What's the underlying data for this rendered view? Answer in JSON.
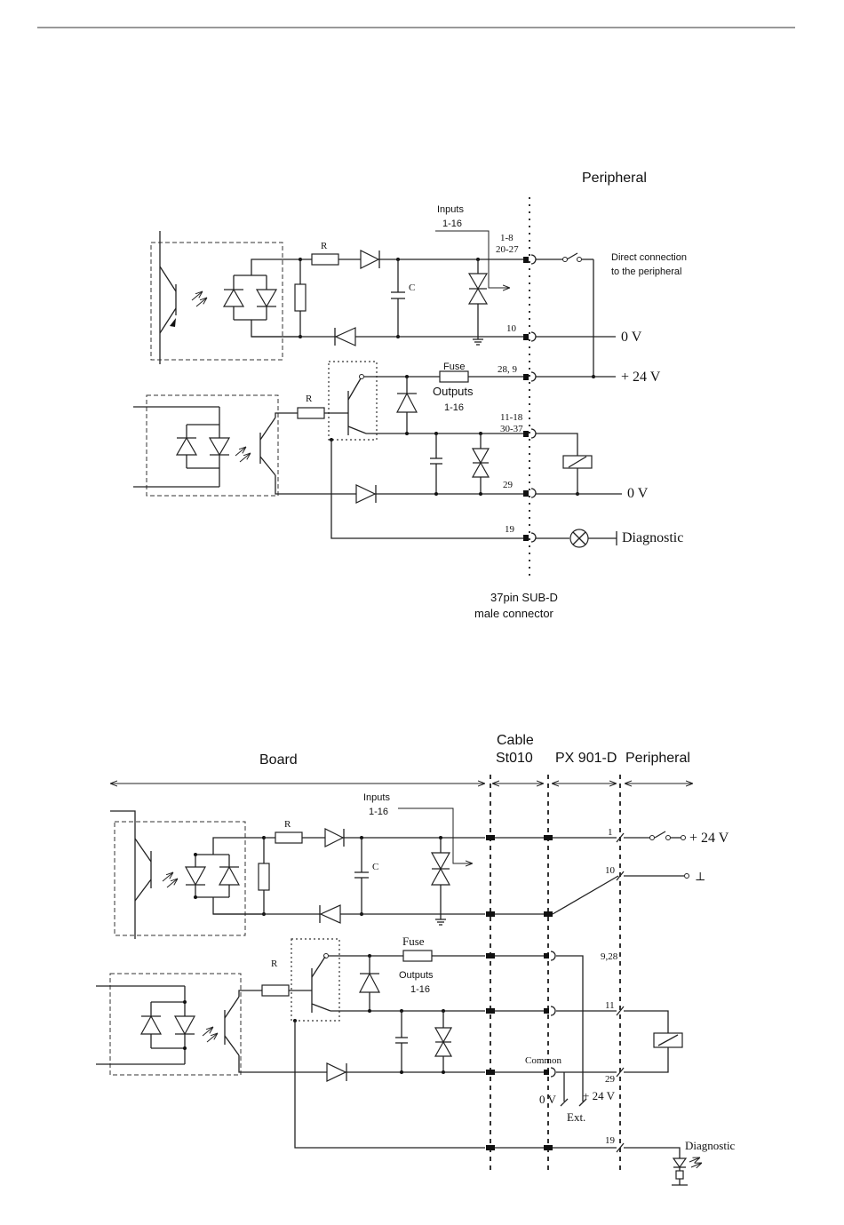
{
  "diagram_top": {
    "peripheral_label": "Peripheral",
    "inputs_label_1": "Inputs",
    "inputs_label_2": "1-16",
    "pins_inputs_1": "1-8",
    "pins_inputs_2": "20-27",
    "pin_0v": "10",
    "pin_24v": "28, 9",
    "pins_outputs_1": "11-18",
    "pins_outputs_2": "30-37",
    "pin_0v_out": "29",
    "pin_diag": "19",
    "resistor_in": "R",
    "capacitor": "C",
    "resistor_out": "R",
    "fuse": "Fuse",
    "outputs_label_1": "Outputs",
    "outputs_label_2": "1-16",
    "direct_1": "Direct connection",
    "direct_2": "to the peripheral",
    "v0_a": "0 V",
    "v24": "+ 24 V",
    "v0_b": "0 V",
    "diagnostic": "Diagnostic",
    "connector_1": "37pin SUB-D",
    "connector_2": "male connector"
  },
  "diagram_bottom": {
    "board_label": "Board",
    "cable_1": "Cable",
    "cable_2": "St010",
    "px_label": "PX 901-D",
    "peripheral_label": "Peripheral",
    "inputs_label_1": "Inputs",
    "inputs_label_2": "1-16",
    "resistor_in": "R",
    "capacitor": "C",
    "resistor_out": "R",
    "fuse": "Fuse",
    "outputs_label_1": "Outputs",
    "outputs_label_2": "1-16",
    "pin_1": "1",
    "pin_10": "10",
    "pin_928": "9,28",
    "pin_11": "11",
    "pin_29": "29",
    "pin_19": "19",
    "v24": "+ 24 V",
    "ground_symbol": "⊥",
    "common": "Common",
    "v0": "0 V",
    "v24_ext": "+ 24 V",
    "ext": "Ext.",
    "diagnostic": "Diagnostic"
  }
}
